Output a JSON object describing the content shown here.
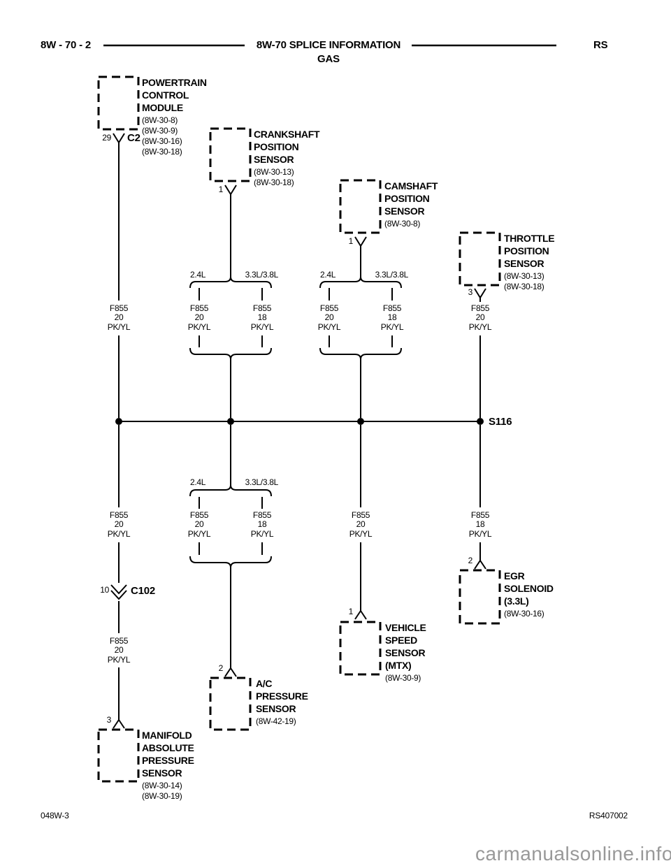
{
  "header": {
    "page_ref": "8W - 70 - 2",
    "title": "8W-70 SPLICE INFORMATION",
    "subtitle": "GAS",
    "model_code": "RS"
  },
  "footer": {
    "left_code": "048W-3",
    "right_code": "RS407002",
    "watermark": "carmanualsonline.info"
  },
  "splice_label": "S116",
  "engine_labels": {
    "small": "2.4L",
    "large": "3.3L/3.8L"
  },
  "wires": {
    "pkyl20": {
      "lines": [
        "F855",
        "20",
        "PK/YL"
      ]
    },
    "pkyl18": {
      "lines": [
        "F855",
        "18",
        "PK/YL"
      ]
    }
  },
  "connectors": {
    "c2": {
      "pin": "29",
      "label": "C2"
    },
    "c102": {
      "pin": "10",
      "label": "C102"
    }
  },
  "components": {
    "pcm": {
      "name_lines": [
        "POWERTRAIN",
        "CONTROL",
        "MODULE"
      ],
      "refs": [
        "(8W-30-8)",
        "(8W-30-9)",
        "(8W-30-16)",
        "(8W-30-18)"
      ]
    },
    "ckp": {
      "pin": "1",
      "name_lines": [
        "CRANKSHAFT",
        "POSITION",
        "SENSOR"
      ],
      "refs": [
        "(8W-30-13)",
        "(8W-30-18)"
      ]
    },
    "cmp": {
      "pin": "1",
      "name_lines": [
        "CAMSHAFT",
        "POSITION",
        "SENSOR"
      ],
      "refs": [
        "(8W-30-8)"
      ]
    },
    "tps": {
      "pin": "3",
      "name_lines": [
        "THROTTLE",
        "POSITION",
        "SENSOR"
      ],
      "refs": [
        "(8W-30-13)",
        "(8W-30-18)"
      ]
    },
    "egr": {
      "pin": "2",
      "name_lines": [
        "EGR",
        "SOLENOID",
        "(3.3L)"
      ],
      "refs": [
        "(8W-30-16)"
      ]
    },
    "vss": {
      "pin": "1",
      "name_lines": [
        "VEHICLE",
        "SPEED",
        "SENSOR",
        "(MTX)"
      ],
      "refs": [
        "(8W-30-9)"
      ]
    },
    "acp": {
      "pin": "2",
      "name_lines": [
        "A/C",
        "PRESSURE",
        "SENSOR"
      ],
      "refs": [
        "(8W-42-19)"
      ]
    },
    "map": {
      "pin": "3",
      "name_lines": [
        "MANIFOLD",
        "ABSOLUTE",
        "PRESSURE",
        "SENSOR"
      ],
      "refs": [
        "(8W-30-14)",
        "(8W-30-19)"
      ]
    }
  }
}
